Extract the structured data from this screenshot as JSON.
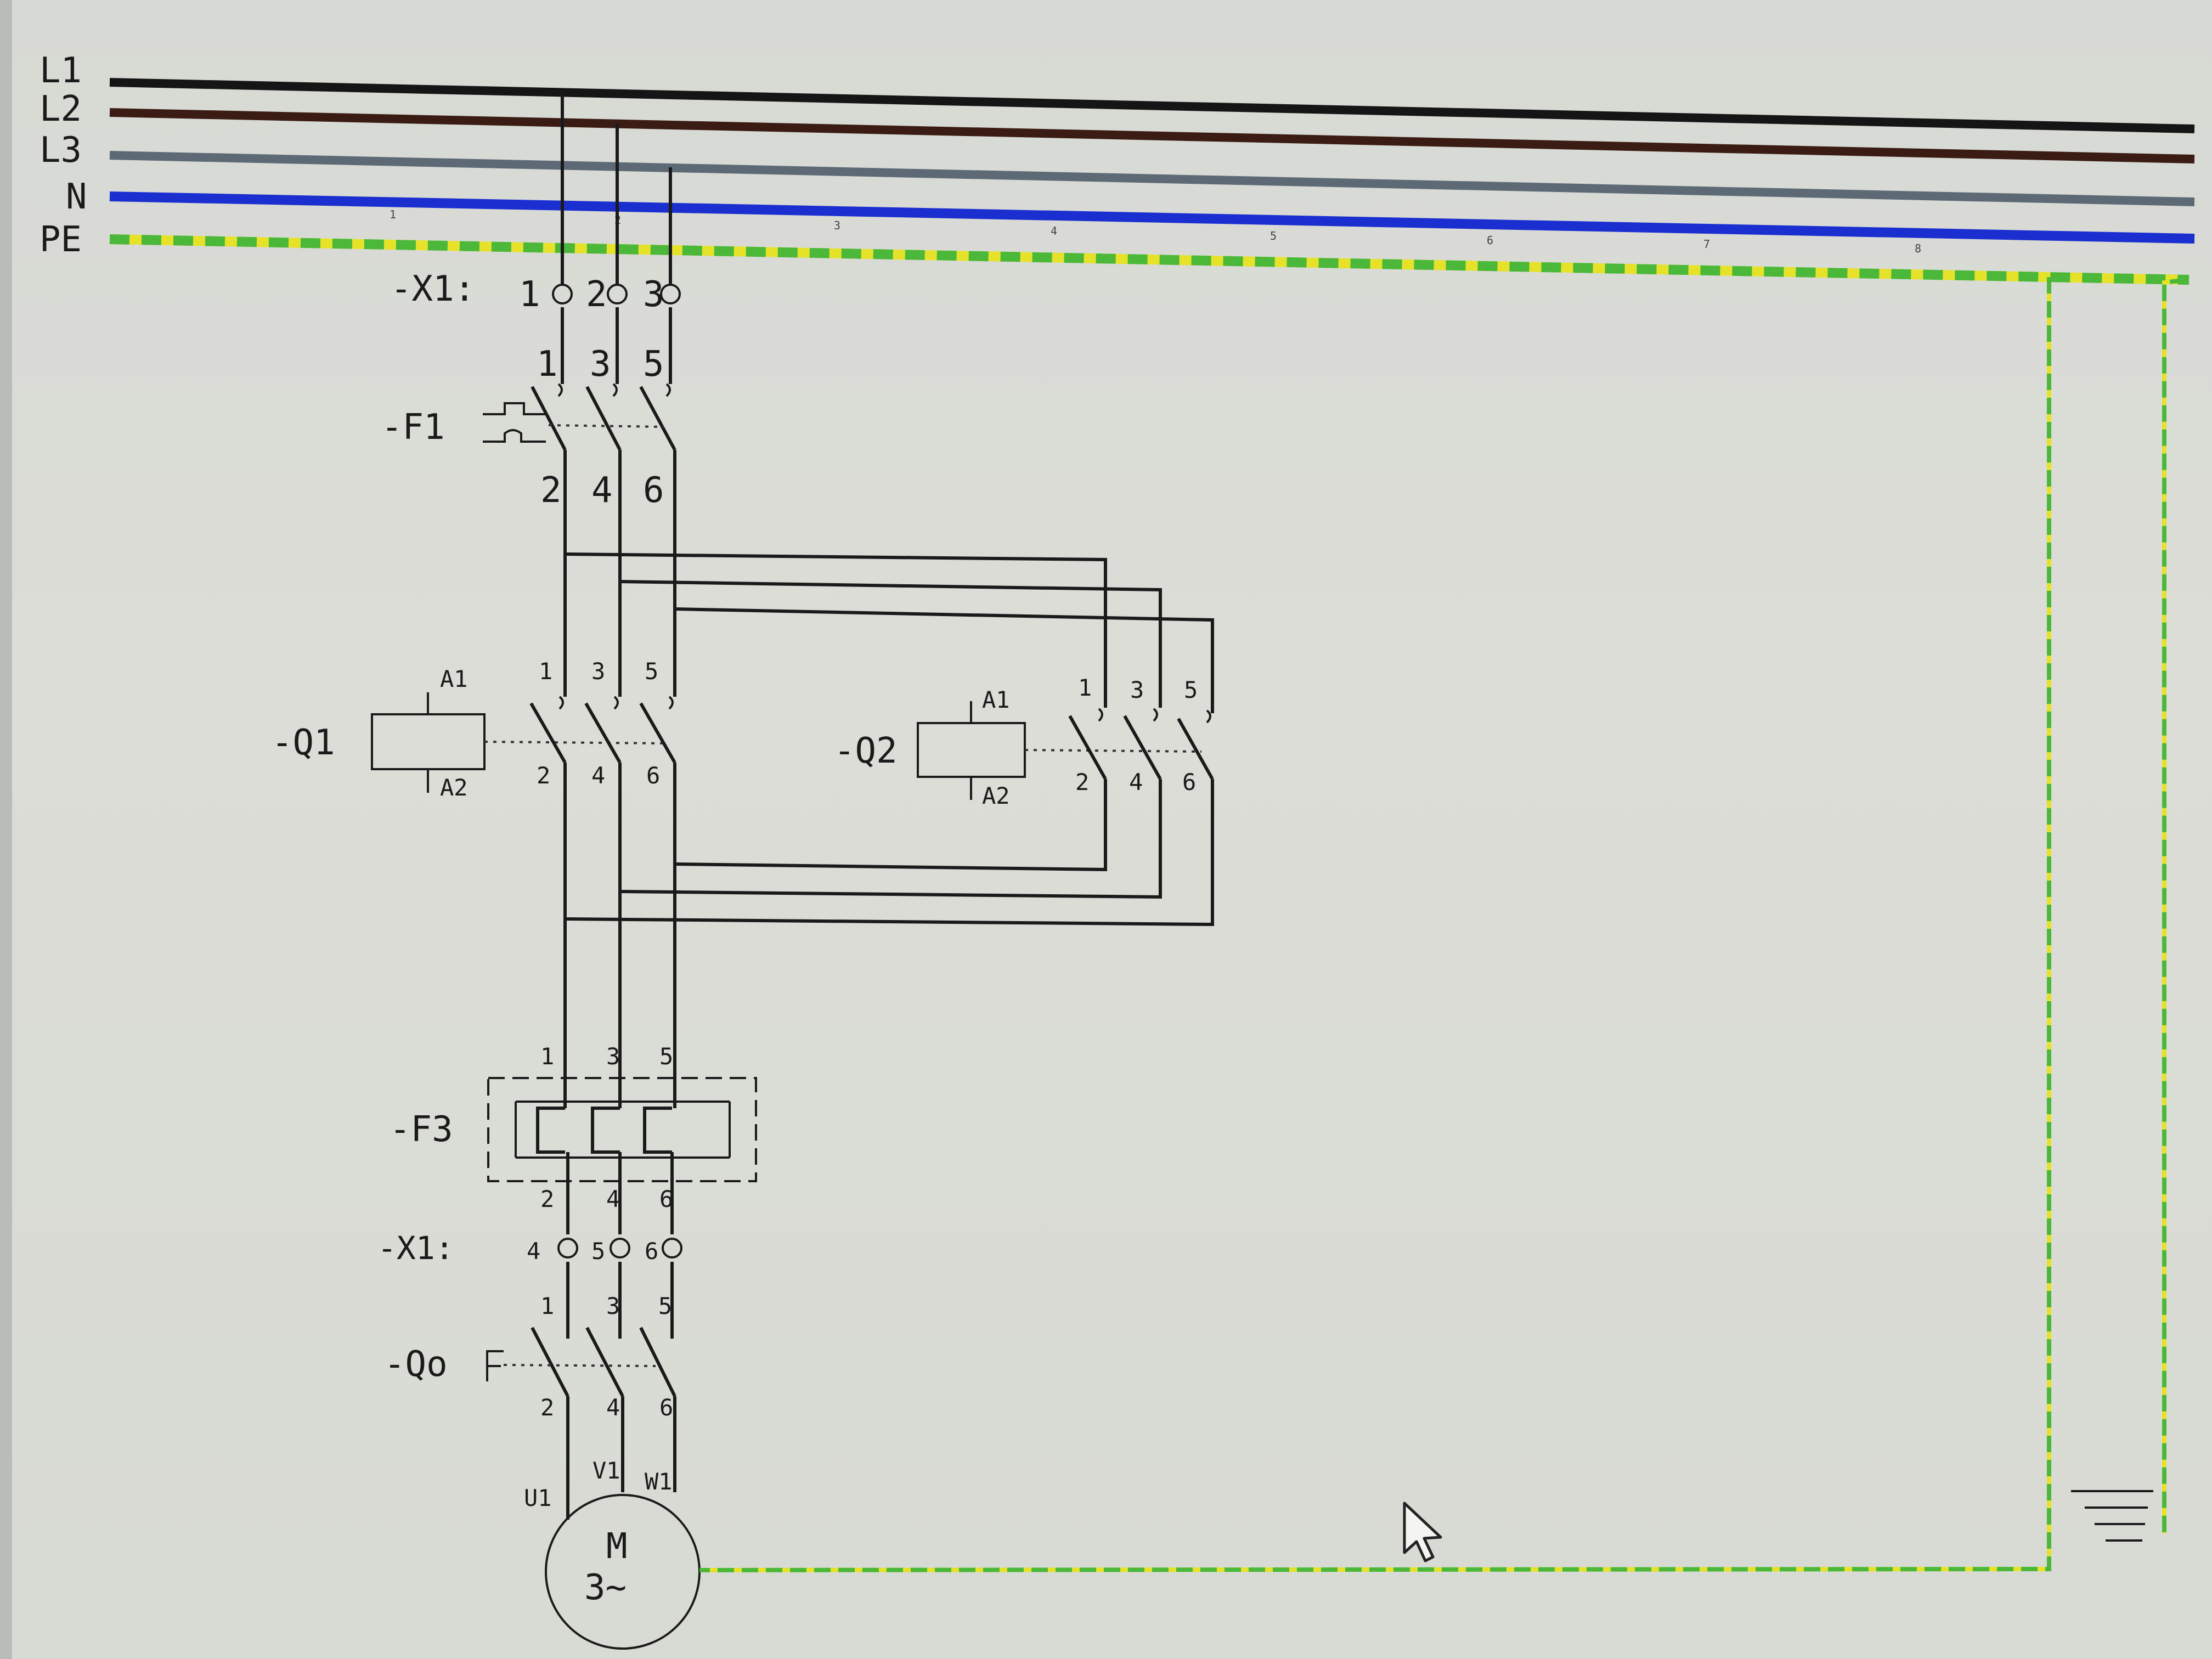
{
  "colors": {
    "L1": "#151515",
    "L2": "#3a1c14",
    "L3": "#5d6a76",
    "N": "#1b2fd0",
    "PE_green": "#4bb83a",
    "PE_yellow": "#e6e22a"
  },
  "buses": {
    "L1": "L1",
    "L2": "L2",
    "L3": "L3",
    "N": "N",
    "PE": "PE"
  },
  "grid_numbers": [
    "1",
    "2",
    "3",
    "4",
    "5",
    "6",
    "7",
    "8"
  ],
  "terminals_top": {
    "tag": "-X1:",
    "pins": [
      "1",
      "2",
      "3"
    ]
  },
  "f1": {
    "tag": "-F1",
    "top_pins": [
      "1",
      "3",
      "5"
    ],
    "bottom_pins": [
      "2",
      "4",
      "6"
    ]
  },
  "q1": {
    "tag": "-Q1",
    "coil_top": "A1",
    "coil_bottom": "A2",
    "top_pins": [
      "1",
      "3",
      "5"
    ],
    "bottom_pins": [
      "2",
      "4",
      "6"
    ]
  },
  "q2": {
    "tag": "-Q2",
    "coil_top": "A1",
    "coil_bottom": "A2",
    "top_pins": [
      "1",
      "3",
      "5"
    ],
    "bottom_pins": [
      "2",
      "4",
      "6"
    ]
  },
  "f3": {
    "tag": "-F3",
    "top_pins": [
      "1",
      "3",
      "5"
    ],
    "bottom_pins": [
      "2",
      "4",
      "6"
    ]
  },
  "terminals_bottom": {
    "tag": "-X1:",
    "pins": [
      "4",
      "5",
      "6"
    ]
  },
  "q0": {
    "tag": "-Qo",
    "top_pins": [
      "1",
      "3",
      "5"
    ],
    "bottom_pins": [
      "2",
      "4",
      "6"
    ]
  },
  "motor": {
    "symbol": "M",
    "phase": "3~",
    "pins": [
      "U1",
      "V1",
      "W1"
    ]
  }
}
